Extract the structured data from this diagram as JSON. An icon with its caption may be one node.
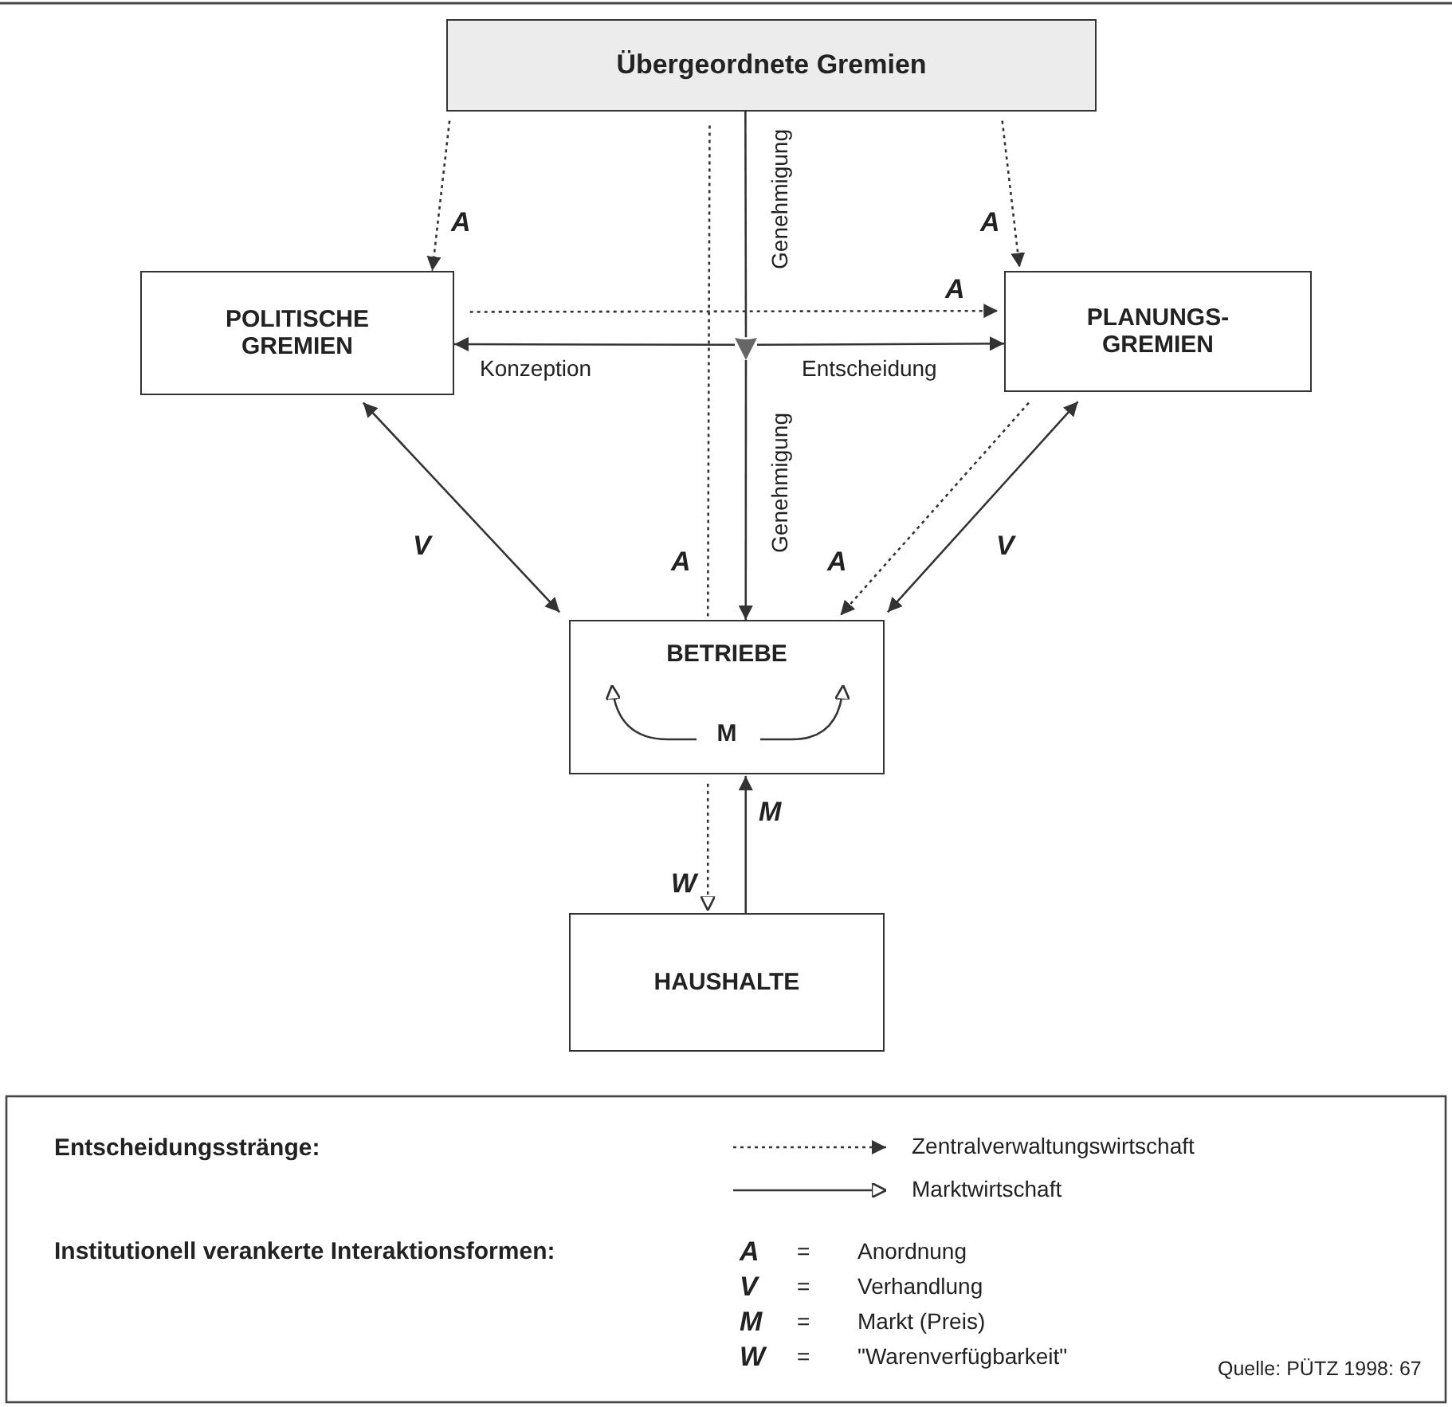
{
  "diagram": {
    "nodes": [
      {
        "text": [
          "Übergeordnete Gremien"
        ]
      },
      {
        "text": [
          "POLITISCHE GREMIEN"
        ]
      },
      {
        "text": [
          "PLANUNGS-GREMIEN"
        ]
      },
      {
        "text": [
          "BETRIEBE",
          "M"
        ]
      },
      {
        "text": [
          "HAUSHALTE"
        ]
      },
      {
        "text": [],
        "shape": "triangle"
      }
    ],
    "edges": [
      {
        "from": 0,
        "to": 1,
        "arrow": "to",
        "label": "A",
        "style": "dashed"
      },
      {
        "from": 0,
        "to": 2,
        "arrow": "to",
        "label": "A",
        "style": "dashed"
      },
      {
        "from": 1,
        "to": 2,
        "arrow": "to",
        "label": "A",
        "style": "dashed"
      },
      {
        "from": 0,
        "to": 5,
        "arrow": "none",
        "label": "Genehmigung"
      },
      {
        "from": 5,
        "to": 1,
        "arrow": "to",
        "label": "Konzeption"
      },
      {
        "from": 5,
        "to": 2,
        "arrow": "to",
        "label": "Entscheidung"
      },
      {
        "from": 5,
        "to": 3,
        "arrow": "to",
        "label": "Genehmigung"
      },
      {
        "from": 0,
        "to": 3,
        "arrow": "none",
        "label": "A",
        "style": "dashed"
      },
      {
        "from": 1,
        "to": 3,
        "arrow": "both",
        "label": "V"
      },
      {
        "from": 2,
        "to": 3,
        "arrow": "to",
        "label": "A",
        "style": "dashed"
      },
      {
        "from": 2,
        "to": 3,
        "arrow": "both",
        "label": "V"
      },
      {
        "from": 3,
        "to": 4,
        "arrow": "to",
        "label": "W",
        "style": "dashed"
      },
      {
        "from": 4,
        "to": 3,
        "arrow": "to",
        "label": "M"
      }
    ],
    "labels": [
      "Entscheidungsstränge:",
      "Institutionell verankerte Interaktionsformen:",
      "A",
      "=",
      "Anordnung",
      "V",
      "=",
      "Verhandlung",
      "M",
      "=",
      "Markt (Preis)",
      "W",
      "=",
      "\"Warenverfügbarkeit\"",
      "Quelle: PÜTZ 1998: 67"
    ],
    "legend": [
      {
        "text": "Zentralverwaltungswirtschaft"
      },
      {
        "text": "Marktwirtschaft"
      }
    ]
  }
}
